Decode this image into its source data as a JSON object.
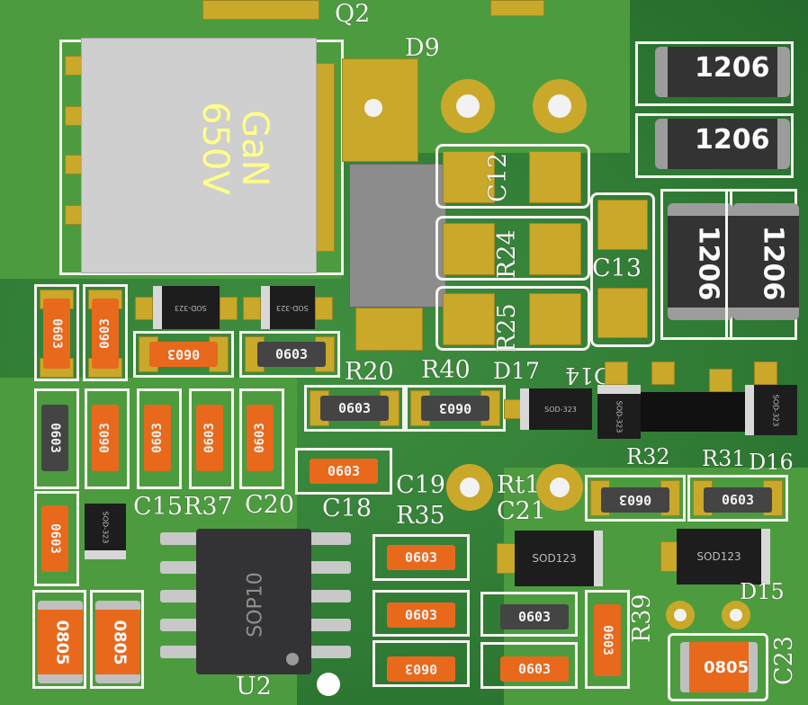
{
  "refs": {
    "q2": "Q2",
    "d9": "D9",
    "c12": "C12",
    "r24": "R24",
    "c13": "C13",
    "r25": "R25",
    "r20": "R20",
    "r40": "R40",
    "d17": "D17",
    "d14": "D14",
    "r32": "R32",
    "r31": "R31",
    "d16": "D16",
    "c19": "C19",
    "rt1": "Rt1",
    "c21": "C21",
    "c15": "C15",
    "r37": "R37",
    "c20": "C20",
    "c18": "C18",
    "r35": "R35",
    "r39": "R39",
    "d15": "D15",
    "c23": "C23",
    "u2": "U2"
  },
  "gan": {
    "line1": "GaN",
    "line2": "650V"
  },
  "packages": {
    "p1206": "1206",
    "p0603": "0603",
    "p0805": "0805",
    "sod123": "SOD123",
    "sod323": "SOD-323",
    "sop10": "SOP10"
  },
  "colors": {
    "board": "#2f7a3a",
    "pad": "#c9a82a",
    "silk": "#f4f4ee",
    "orange": "#e8691c",
    "black": "#1d1d1d"
  }
}
